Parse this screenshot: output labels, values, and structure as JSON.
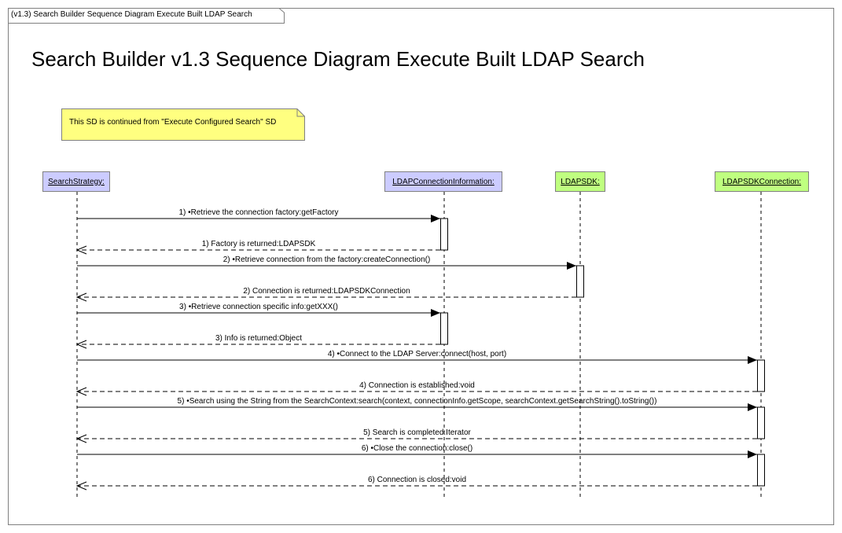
{
  "frame": {
    "tab_label": "(v1.3) Search Builder Sequence Diagram  Execute Built LDAP Search"
  },
  "title": "Search Builder v1.3 Sequence Diagram Execute Built LDAP Search",
  "note": {
    "text": "This SD is continued from \"Execute Configured Search\" SD",
    "color": "#ffff80"
  },
  "colors": {
    "lavender": "#ccccff",
    "green": "#bfff80",
    "line": "#000000",
    "border": "#808080"
  },
  "lifelines": [
    {
      "label": "SearchStrategy:",
      "color": "#ccccff"
    },
    {
      "label": "LDAPConnectionInformation:",
      "color": "#ccccff"
    },
    {
      "label": "LDAPSDK:",
      "color": "#bfff80"
    },
    {
      "label": "LDAPSDKConnection:",
      "color": "#bfff80"
    }
  ],
  "messages": [
    {
      "label": "1) •Retrieve the connection factory:getFactory",
      "from": 0,
      "to": 1,
      "kind": "call"
    },
    {
      "label": "1) Factory is returned:LDAPSDK",
      "from": 1,
      "to": 0,
      "kind": "return"
    },
    {
      "label": "2) •Retrieve connection from the factory:createConnection()",
      "from": 0,
      "to": 2,
      "kind": "call"
    },
    {
      "label": "2) Connection is returned:LDAPSDKConnection",
      "from": 2,
      "to": 0,
      "kind": "return"
    },
    {
      "label": "3) •Retrieve connection specific info:getXXX()",
      "from": 0,
      "to": 1,
      "kind": "call"
    },
    {
      "label": "3) Info is returned:Object",
      "from": 1,
      "to": 0,
      "kind": "return"
    },
    {
      "label": "4) •Connect to the LDAP Server:connect(host, port)",
      "from": 0,
      "to": 3,
      "kind": "call"
    },
    {
      "label": "4) Connection is established:void",
      "from": 3,
      "to": 0,
      "kind": "return"
    },
    {
      "label": "5) •Search using the String from the SearchContext:search(context, connectionInfo.getScope, searchContext.getSearchString().toString())",
      "from": 0,
      "to": 3,
      "kind": "call"
    },
    {
      "label": "5) Search is completed:Iterator",
      "from": 3,
      "to": 0,
      "kind": "return"
    },
    {
      "label": "6) •Close the connection:close()",
      "from": 0,
      "to": 3,
      "kind": "call"
    },
    {
      "label": "6) Connection is closed:void",
      "from": 3,
      "to": 0,
      "kind": "return"
    }
  ]
}
